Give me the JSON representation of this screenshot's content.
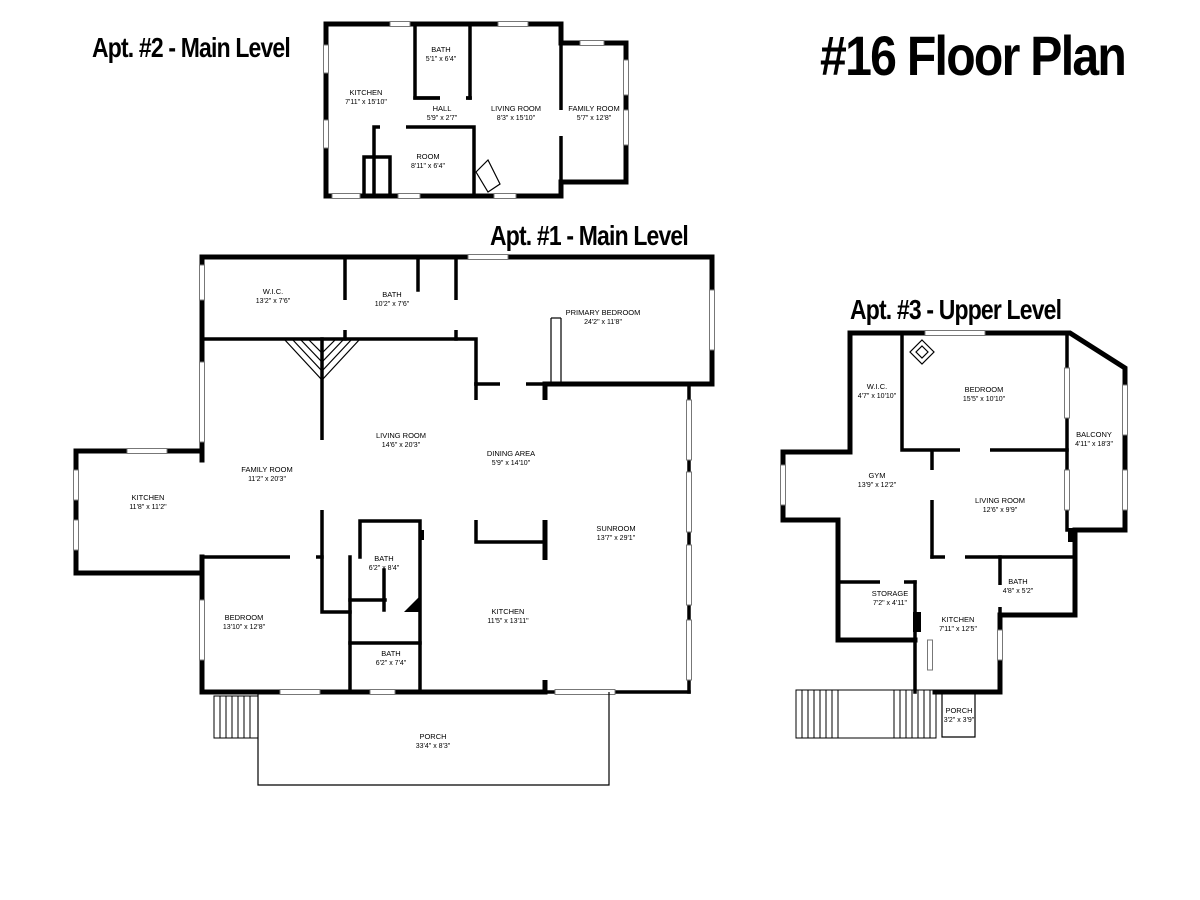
{
  "title": "#16 Floor Plan",
  "levels": {
    "apt2": {
      "title": "Apt. #2 - Main Level",
      "rooms": [
        {
          "name": "KITCHEN",
          "dims": "7'11\" x 15'10\""
        },
        {
          "name": "BATH",
          "dims": "5'1\" x 6'4\""
        },
        {
          "name": "HALL",
          "dims": "5'9\" x 2'7\""
        },
        {
          "name": "LIVING ROOM",
          "dims": "8'3\" x 15'10\""
        },
        {
          "name": "FAMILY ROOM",
          "dims": "5'7\" x 12'8\""
        },
        {
          "name": "ROOM",
          "dims": "8'11\" x 6'4\""
        }
      ]
    },
    "apt1": {
      "title": "Apt. #1 - Main Level",
      "rooms": [
        {
          "name": "W.I.C.",
          "dims": "13'2\" x 7'6\""
        },
        {
          "name": "BATH",
          "dims": "10'2\" x 7'6\""
        },
        {
          "name": "PRIMARY BEDROOM",
          "dims": "24'2\" x 11'8\""
        },
        {
          "name": "FAMILY ROOM",
          "dims": "11'2\" x 20'3\""
        },
        {
          "name": "LIVING ROOM",
          "dims": "14'6\" x 20'3\""
        },
        {
          "name": "DINING AREA",
          "dims": "5'9\" x 14'10\""
        },
        {
          "name": "SUNROOM",
          "dims": "13'7\" x 29'1\""
        },
        {
          "name": "KITCHEN",
          "dims": "11'8\" x 11'2\""
        },
        {
          "name": "BATH",
          "dims": "6'2\" x 8'4\""
        },
        {
          "name": "KITCHEN",
          "dims": "11'5\" x 13'11\""
        },
        {
          "name": "BEDROOM",
          "dims": "13'10\" x 12'8\""
        },
        {
          "name": "BATH",
          "dims": "6'2\" x 7'4\""
        },
        {
          "name": "PORCH",
          "dims": "33'4\" x 8'3\""
        }
      ]
    },
    "apt3": {
      "title": "Apt. #3 - Upper Level",
      "rooms": [
        {
          "name": "W.I.C.",
          "dims": "4'7\" x 10'10\""
        },
        {
          "name": "BEDROOM",
          "dims": "15'5\" x 10'10\""
        },
        {
          "name": "BALCONY",
          "dims": "4'11\" x 18'3\""
        },
        {
          "name": "GYM",
          "dims": "13'9\" x 12'2\""
        },
        {
          "name": "LIVING ROOM",
          "dims": "12'6\" x 9'9\""
        },
        {
          "name": "BATH",
          "dims": "4'8\" x 5'2\""
        },
        {
          "name": "STORAGE",
          "dims": "7'2\" x 4'11\""
        },
        {
          "name": "KITCHEN",
          "dims": "7'11\" x 12'5\""
        },
        {
          "name": "PORCH",
          "dims": "3'2\" x 3'9\""
        }
      ]
    }
  }
}
